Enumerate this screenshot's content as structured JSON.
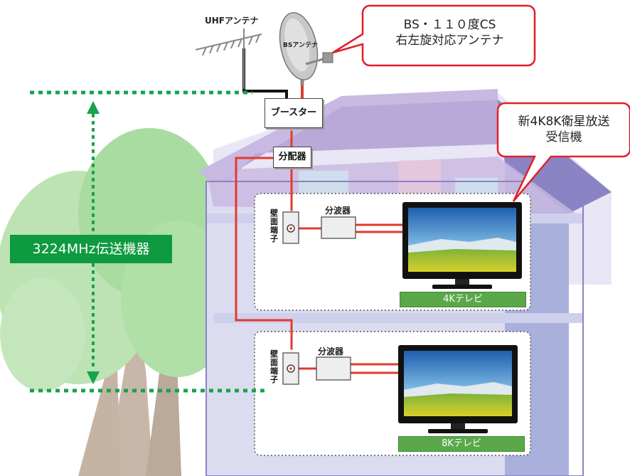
{
  "uhf_antenna_label": "UHFアンテナ",
  "bs_dish_label": "BSアンテナ",
  "callout_antenna": {
    "line1": "BS・１１０度CS",
    "line2": "右左旋対応アンテナ"
  },
  "callout_receiver": {
    "line1": "新4K8K衛星放送",
    "line2": "受信機"
  },
  "booster_label": "ブースター",
  "splitter_label": "分配器",
  "wall_terminal_label": "壁面端子",
  "diplexer_label": "分波器",
  "tv_upper_label": "4Kテレビ",
  "tv_lower_label": "8Kテレビ",
  "frequency_badge": "3224MHz伝送機器",
  "colors": {
    "cable_red": "#e23a2c",
    "callout_border": "#e0202a",
    "badge_green": "#0e9a3e",
    "dotted_green": "#16a34a",
    "house_wall": "#dcdcf0",
    "roof": "#b9a9d8",
    "tree": "#a8dca0",
    "trunk": "#bba999"
  }
}
